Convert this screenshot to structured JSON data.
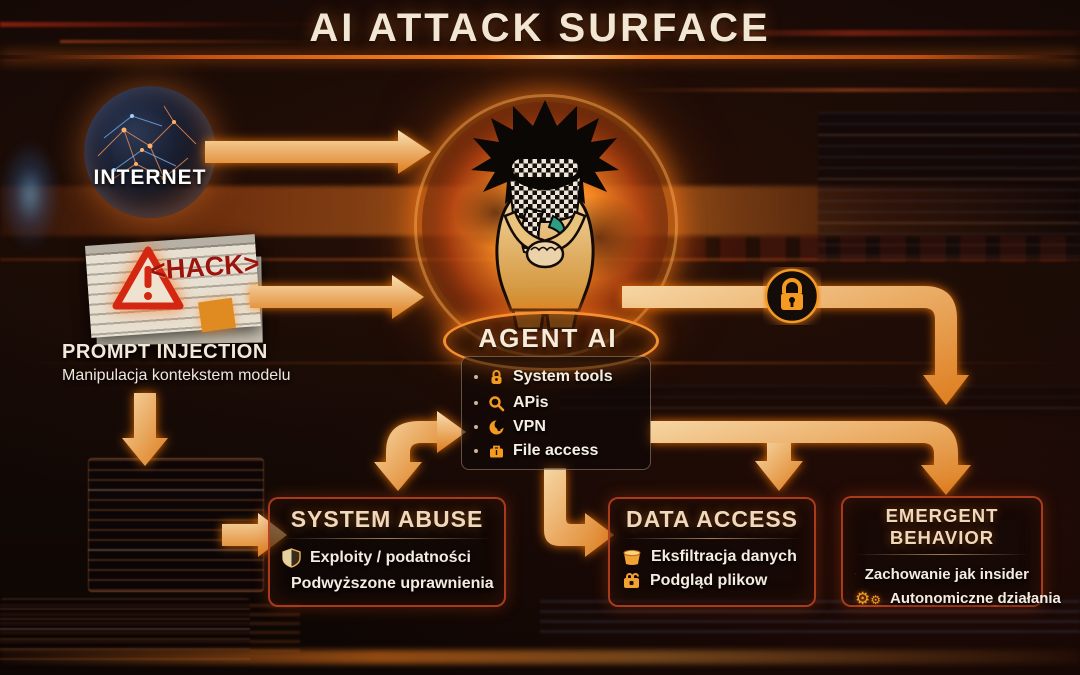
{
  "title": "AI ATTACK SURFACE",
  "colors": {
    "accent_orange": "#f7941d",
    "glow_orange": "#ff7a00",
    "title_cream": "#f2e6d4",
    "box_border": "#b2401f",
    "hack_red": "#9c130c"
  },
  "nodes": {
    "internet": {
      "label": "INTERNET",
      "icon": "network-globe-icon"
    },
    "hack_document": {
      "label": "<HACK>",
      "icon": "warning-triangle-icon"
    },
    "prompt_injection": {
      "title": "PROMPT INJECTION",
      "subtitle": "Manipulacja kontekstem modelu"
    },
    "agent": {
      "label": "AGENT AI",
      "capabilities": [
        {
          "icon": "system-tools-icon",
          "label": "System tools"
        },
        {
          "icon": "search-icon",
          "label": "APis"
        },
        {
          "icon": "vpn-icon",
          "label": "VPN"
        },
        {
          "icon": "briefcase-icon",
          "label": "File access"
        }
      ]
    },
    "secure_channel": {
      "icon": "padlock-icon"
    }
  },
  "outcome_boxes": [
    {
      "title": "SYSTEM ABUSE",
      "items": [
        {
          "icon": "shield-icon",
          "label": "Exploity / podatności"
        },
        {
          "icon": "privilege-escalation-icon",
          "label": "Podwyższone uprawnienia"
        }
      ]
    },
    {
      "title": "DATA ACCESS",
      "items": [
        {
          "icon": "data-bucket-icon",
          "label": "Eksfiltracja danych"
        },
        {
          "icon": "locked-files-icon",
          "label": "Podgląd plikow"
        }
      ]
    },
    {
      "title": "EMERGENT BEHAVIOR",
      "items": [
        {
          "icon": "insider-bulb-icon",
          "label": "Zachowanie jak insider"
        },
        {
          "icon": "gears-icon",
          "label": "Autonomiczne działania"
        }
      ]
    }
  ]
}
